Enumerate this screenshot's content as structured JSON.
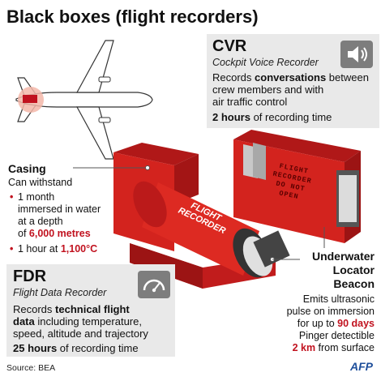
{
  "title": "Black boxes (flight recorders)",
  "cvr": {
    "heading": "CVR",
    "subtitle": "Cockpit Voice Recorder",
    "line1_pre": "Records ",
    "line1_bold": "conversations",
    "line1_post": " between",
    "line2": "crew members and with",
    "line3": "air traffic control",
    "hours_bold": "2 hours",
    "hours_rest": " of recording time",
    "icon": "speaker-icon"
  },
  "casing": {
    "heading": "Casing",
    "line1": "Can withstand",
    "bullet1_l1": "1 month",
    "bullet1_l2": "immersed in water",
    "bullet1_l3": "at a depth",
    "bullet1_l4_pre": "of ",
    "bullet1_l4_red": "6,000 metres",
    "bullet2_pre": "1 hour at ",
    "bullet2_red": "1,100°C"
  },
  "fdr": {
    "heading": "FDR",
    "subtitle": "Flight Data Recorder",
    "line1_pre": "Records ",
    "line1_bold": "technical flight",
    "line2_bold": "data",
    "line2_rest": " including temperature,",
    "line3": "speed, altitude and trajectory",
    "hours_bold": "25 hours",
    "hours_rest": " of recording time",
    "icon": "gauge-icon"
  },
  "beacon": {
    "heading_l1": "Underwater",
    "heading_l2": "Locator",
    "heading_l3": "Beacon",
    "l1": "Emits ultrasonic",
    "l2": "pulse on immersion",
    "l3_pre": "for up to ",
    "l3_red": "90 days",
    "l4": "Pinger detectible",
    "l5_red": "2 km",
    "l5_rest": " from surface"
  },
  "recorder_labels": {
    "fdr_text_l1": "FLIGHT",
    "fdr_text_l2": "RECORDER",
    "cvr_text_l1": "FLIGHT",
    "cvr_text_l2": "RECORDER",
    "cvr_text_l3": "DO NOT",
    "cvr_text_l4": "OPEN"
  },
  "source": "Source: BEA",
  "logo": "AFP",
  "colors": {
    "accent_red": "#c1121f",
    "panel_gray": "#e9e9e9",
    "recorder_red": "#d3231e"
  }
}
